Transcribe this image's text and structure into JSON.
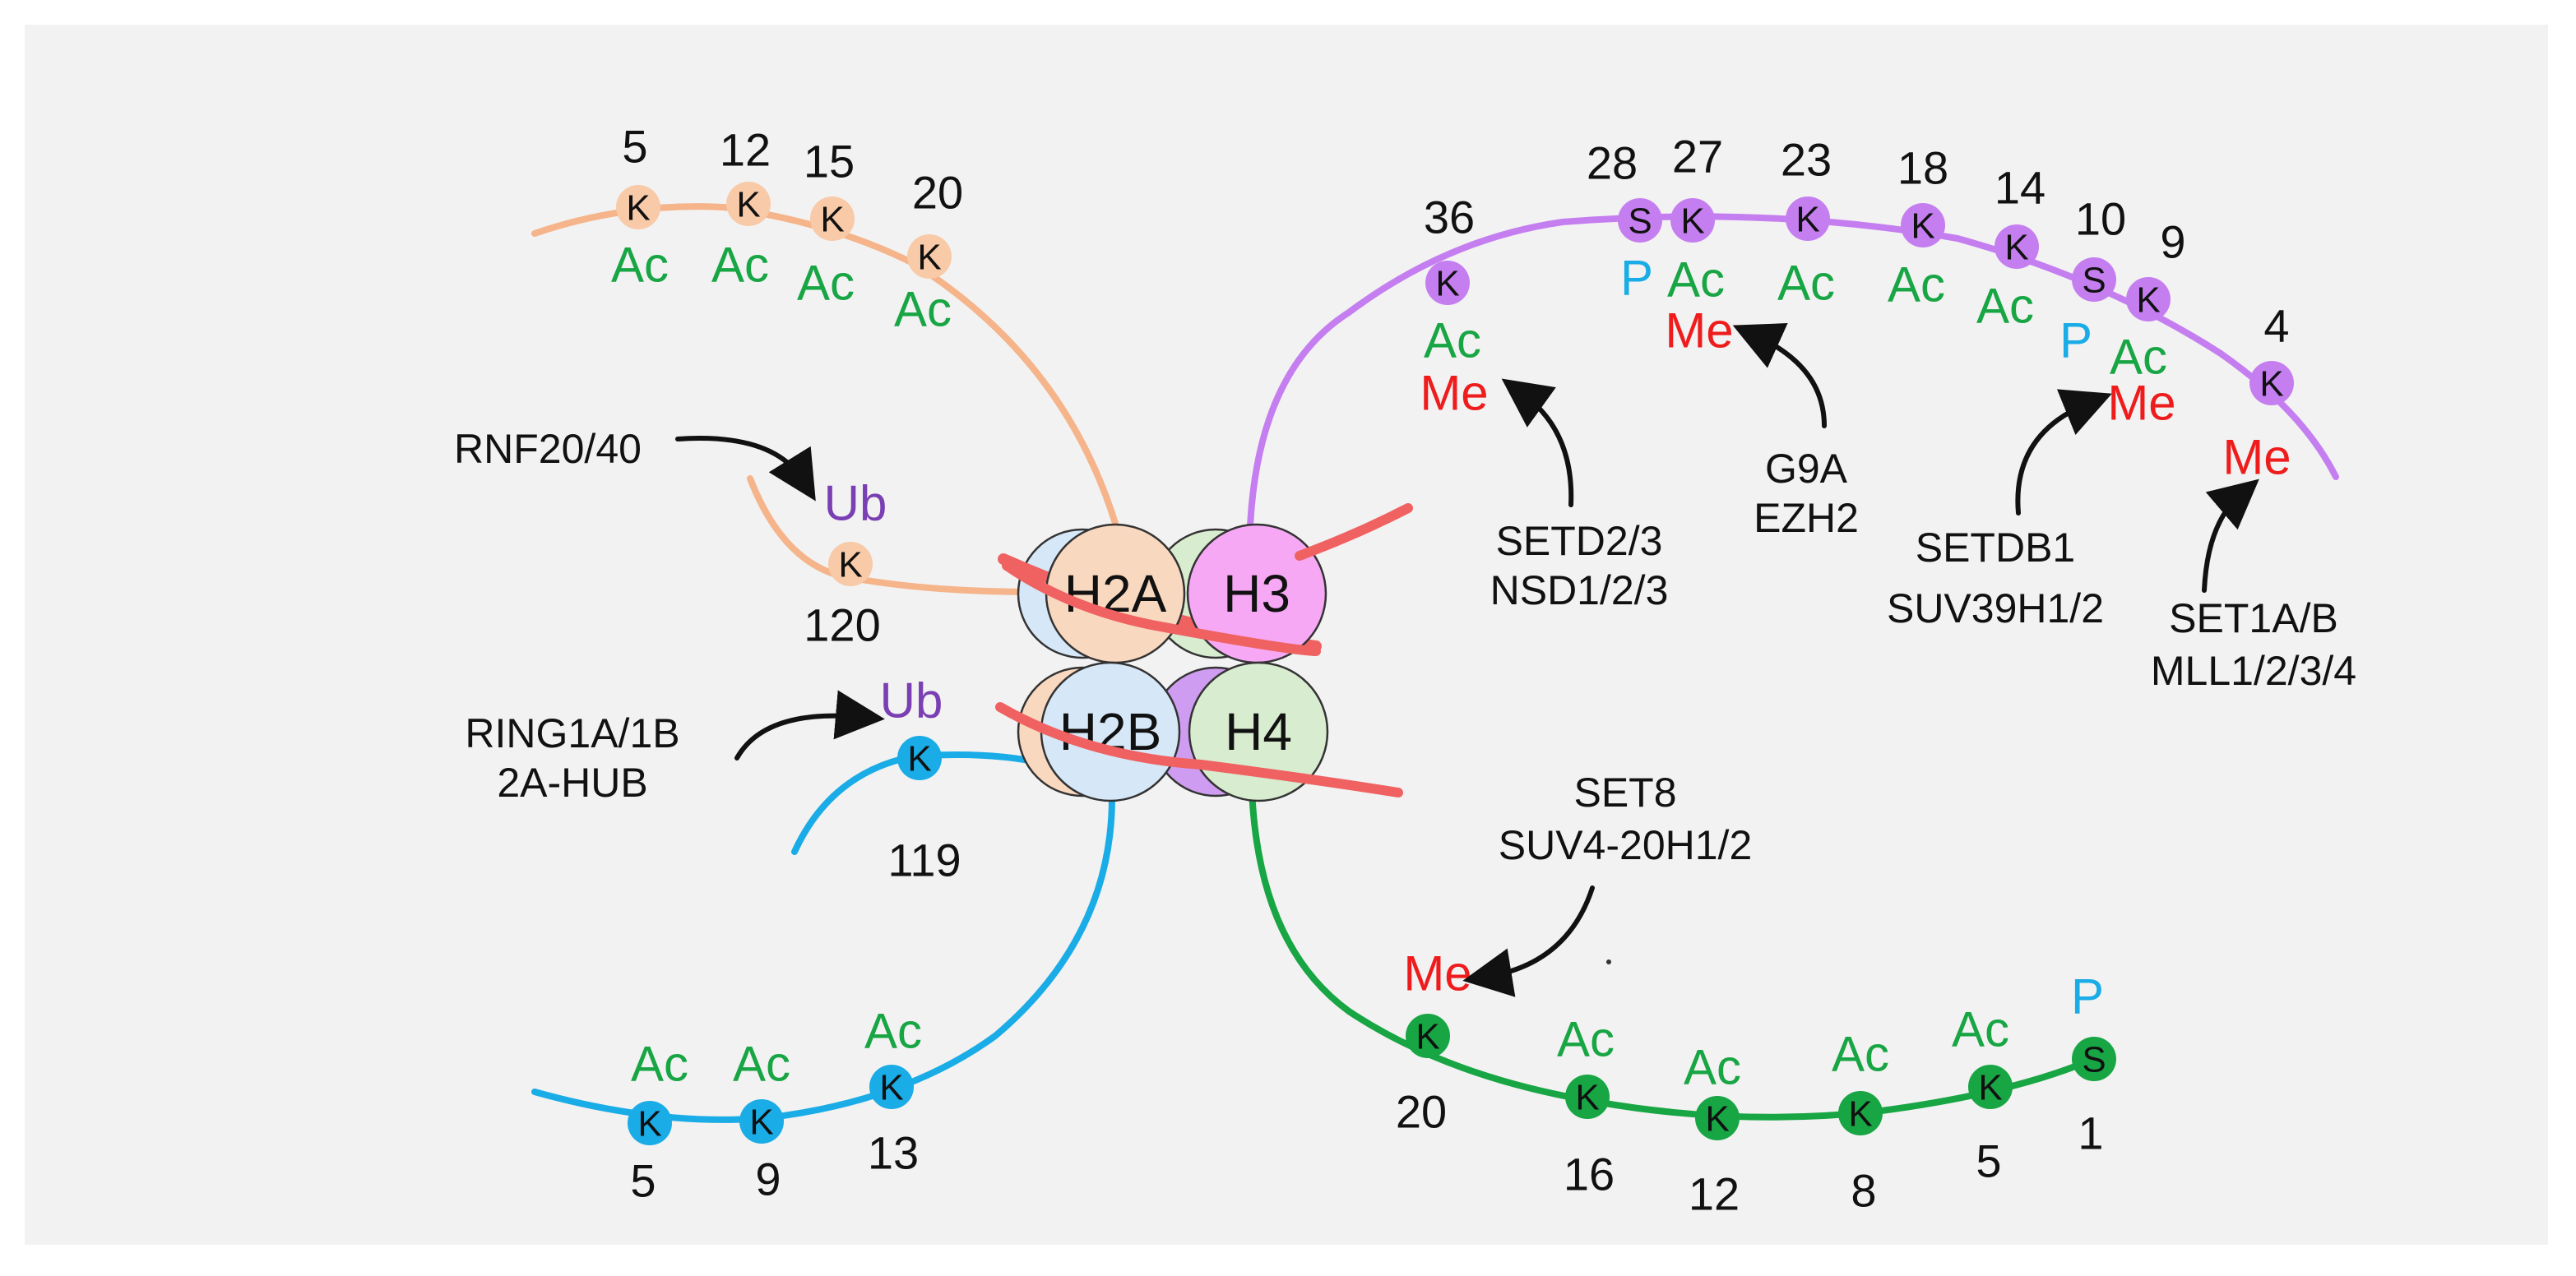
{
  "colors": {
    "H2A": "#f5b48a",
    "H2A_residue": "#f8caa8",
    "H2B": "#1aace6",
    "H3": "#c57ef0",
    "H4": "#18a544",
    "dna": "#f06262",
    "Ac": "#18a544",
    "Me": "#ee1c1c",
    "P": "#1aace6",
    "Ub": "#7a3fb3",
    "text": "#111111",
    "arrow": "#111111",
    "core_H2A": "#f9d8c0",
    "core_H2B": "#d6e7f7",
    "core_H3": "#f7a8f5",
    "core_H4": "#d8ecd0",
    "core_H3_back": "#ce9cf0"
  },
  "histones": [
    {
      "id": "H2A",
      "label": "H2A"
    },
    {
      "id": "H3",
      "label": "H3"
    },
    {
      "id": "H2B",
      "label": "H2B"
    },
    {
      "id": "H4",
      "label": "H4"
    }
  ],
  "residues": [
    {
      "id": "h2a-k5",
      "tail": "H2A",
      "aa": "K",
      "pos": "5",
      "mods": [
        "Ac"
      ]
    },
    {
      "id": "h2a-k12",
      "tail": "H2A",
      "aa": "K",
      "pos": "12",
      "mods": [
        "Ac"
      ]
    },
    {
      "id": "h2a-k15",
      "tail": "H2A",
      "aa": "K",
      "pos": "15",
      "mods": [
        "Ac"
      ]
    },
    {
      "id": "h2a-k20",
      "tail": "H2A",
      "aa": "K",
      "pos": "20",
      "mods": [
        "Ac"
      ]
    },
    {
      "id": "h2a-k120",
      "tail": "H2A",
      "aa": "K",
      "pos": "120",
      "mods": [
        "Ub"
      ]
    },
    {
      "id": "h2b-k119",
      "tail": "H2B",
      "aa": "K",
      "pos": "119",
      "mods": [
        "Ub"
      ]
    },
    {
      "id": "h2b-k5",
      "tail": "H2B",
      "aa": "K",
      "pos": "5",
      "mods": [
        "Ac"
      ]
    },
    {
      "id": "h2b-k9",
      "tail": "H2B",
      "aa": "K",
      "pos": "9",
      "mods": [
        "Ac"
      ]
    },
    {
      "id": "h2b-k13",
      "tail": "H2B",
      "aa": "K",
      "pos": "13",
      "mods": [
        "Ac"
      ]
    },
    {
      "id": "h3-k36",
      "tail": "H3",
      "aa": "K",
      "pos": "36",
      "mods": [
        "Ac",
        "Me"
      ]
    },
    {
      "id": "h3-s28",
      "tail": "H3",
      "aa": "S",
      "pos": "28",
      "mods": [
        "P"
      ]
    },
    {
      "id": "h3-k27",
      "tail": "H3",
      "aa": "K",
      "pos": "27",
      "mods": [
        "Ac",
        "Me"
      ]
    },
    {
      "id": "h3-k23",
      "tail": "H3",
      "aa": "K",
      "pos": "23",
      "mods": [
        "Ac"
      ]
    },
    {
      "id": "h3-k18",
      "tail": "H3",
      "aa": "K",
      "pos": "18",
      "mods": [
        "Ac"
      ]
    },
    {
      "id": "h3-k14",
      "tail": "H3",
      "aa": "K",
      "pos": "14",
      "mods": [
        "Ac"
      ]
    },
    {
      "id": "h3-s10",
      "tail": "H3",
      "aa": "S",
      "pos": "10",
      "mods": [
        "P"
      ]
    },
    {
      "id": "h3-k9",
      "tail": "H3",
      "aa": "K",
      "pos": "9",
      "mods": [
        "Ac",
        "Me"
      ]
    },
    {
      "id": "h3-k4",
      "tail": "H3",
      "aa": "K",
      "pos": "4",
      "mods": [
        "Me"
      ]
    },
    {
      "id": "h4-k20",
      "tail": "H4",
      "aa": "K",
      "pos": "20",
      "mods": [
        "Me"
      ]
    },
    {
      "id": "h4-k16",
      "tail": "H4",
      "aa": "K",
      "pos": "16",
      "mods": [
        "Ac"
      ]
    },
    {
      "id": "h4-k12",
      "tail": "H4",
      "aa": "K",
      "pos": "12",
      "mods": [
        "Ac"
      ]
    },
    {
      "id": "h4-k8",
      "tail": "H4",
      "aa": "K",
      "pos": "8",
      "mods": [
        "Ac"
      ]
    },
    {
      "id": "h4-k5",
      "tail": "H4",
      "aa": "K",
      "pos": "5",
      "mods": [
        "Ac"
      ]
    },
    {
      "id": "h4-s1",
      "tail": "H4",
      "aa": "S",
      "pos": "1",
      "mods": [
        "P"
      ]
    }
  ],
  "enzymes": [
    {
      "id": "rnf20",
      "lines": [
        "RNF20/40"
      ],
      "target": "h2a-k120-Ub"
    },
    {
      "id": "ring1",
      "lines": [
        "RING1A/1B",
        "2A-HUB"
      ],
      "target": "h2b-k119-Ub"
    },
    {
      "id": "setd2",
      "lines": [
        "SETD2/3",
        "NSD1/2/3"
      ],
      "target": "h3-k36-Me"
    },
    {
      "id": "g9a",
      "lines": [
        "G9A",
        "EZH2"
      ],
      "target": "h3-k27-Me"
    },
    {
      "id": "setdb1",
      "lines": [
        "SETDB1",
        "SUV39H1/2"
      ],
      "target": "h3-k9-Me"
    },
    {
      "id": "set1",
      "lines": [
        "SET1A/B",
        "MLL1/2/3/4"
      ],
      "target": "h3-k4-Me"
    },
    {
      "id": "set8",
      "lines": [
        "SET8",
        "SUV4-20H1/2"
      ],
      "target": "h4-k20-Me"
    }
  ]
}
